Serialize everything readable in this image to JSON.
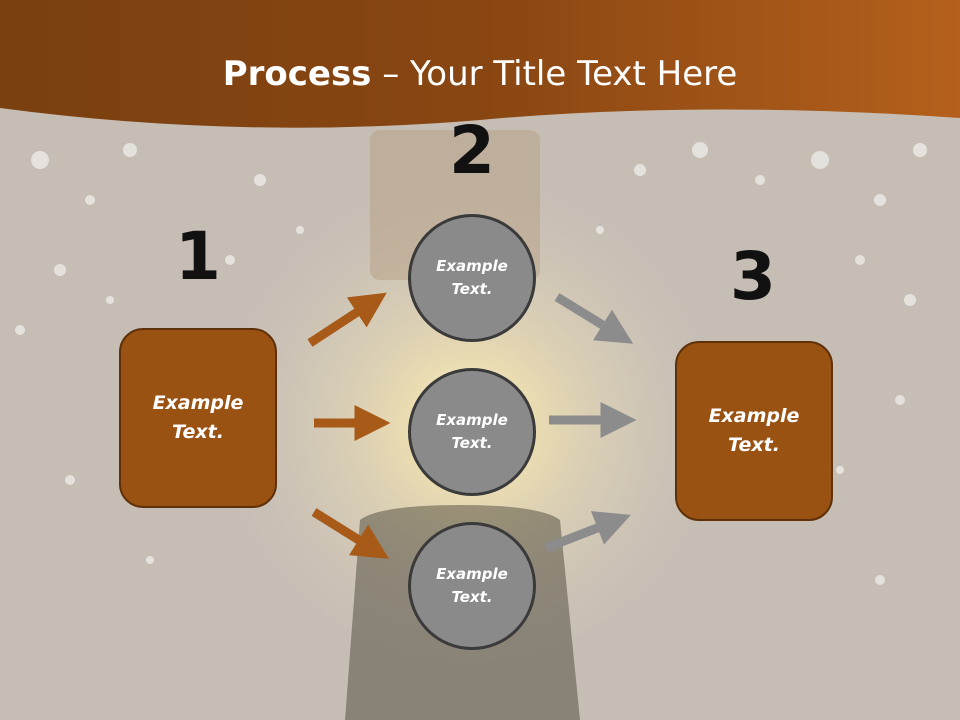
{
  "slide": {
    "title_bold": "Process",
    "title_rest": " – Your Title Text Here"
  },
  "steps": {
    "one": "1",
    "two": "2",
    "three": "3"
  },
  "boxes": {
    "left": [
      "Example",
      "Text."
    ],
    "right": [
      "Example",
      "Text."
    ]
  },
  "circles": [
    [
      "Example",
      "Text."
    ],
    [
      "Example",
      "Text."
    ],
    [
      "Example",
      "Text."
    ]
  ],
  "colors": {
    "banner": "#8a4a12",
    "box_fill": "#9a5213",
    "box_border": "#5e3109",
    "circle_fill": "#8a8a8a",
    "circle_border": "#3a3a3a",
    "arrow_brown": "#a85a18",
    "arrow_gray": "#8c8c8c"
  }
}
